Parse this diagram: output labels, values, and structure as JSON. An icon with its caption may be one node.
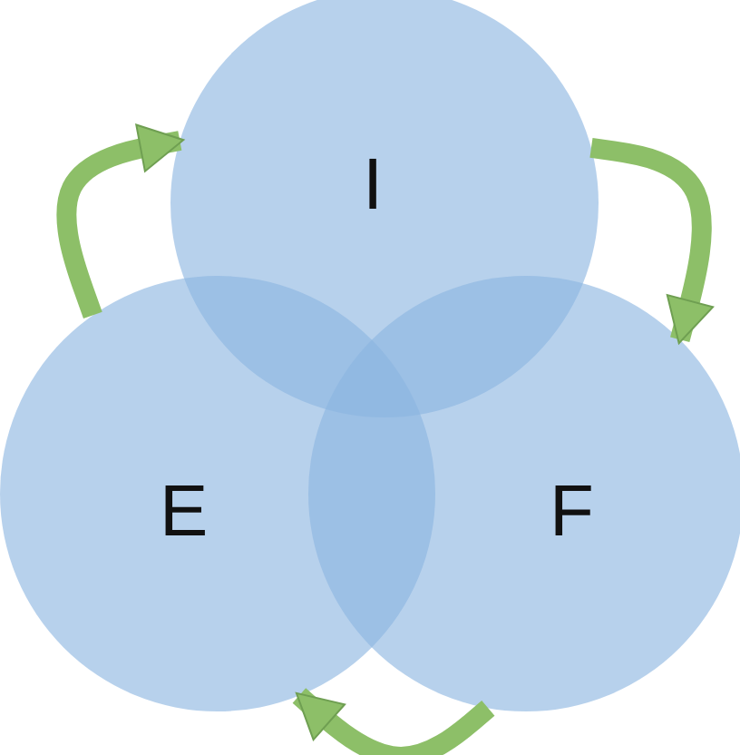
{
  "diagram": {
    "nodes": [
      {
        "text": [
          "I"
        ]
      },
      {
        "text": [
          "E"
        ]
      },
      {
        "text": [
          "F"
        ]
      }
    ],
    "edges": [
      {
        "from": 1,
        "to": 0,
        "arrow": "to"
      },
      {
        "from": 0,
        "to": 2,
        "arrow": "to"
      },
      {
        "from": 2,
        "to": 1,
        "arrow": "to"
      }
    ]
  }
}
